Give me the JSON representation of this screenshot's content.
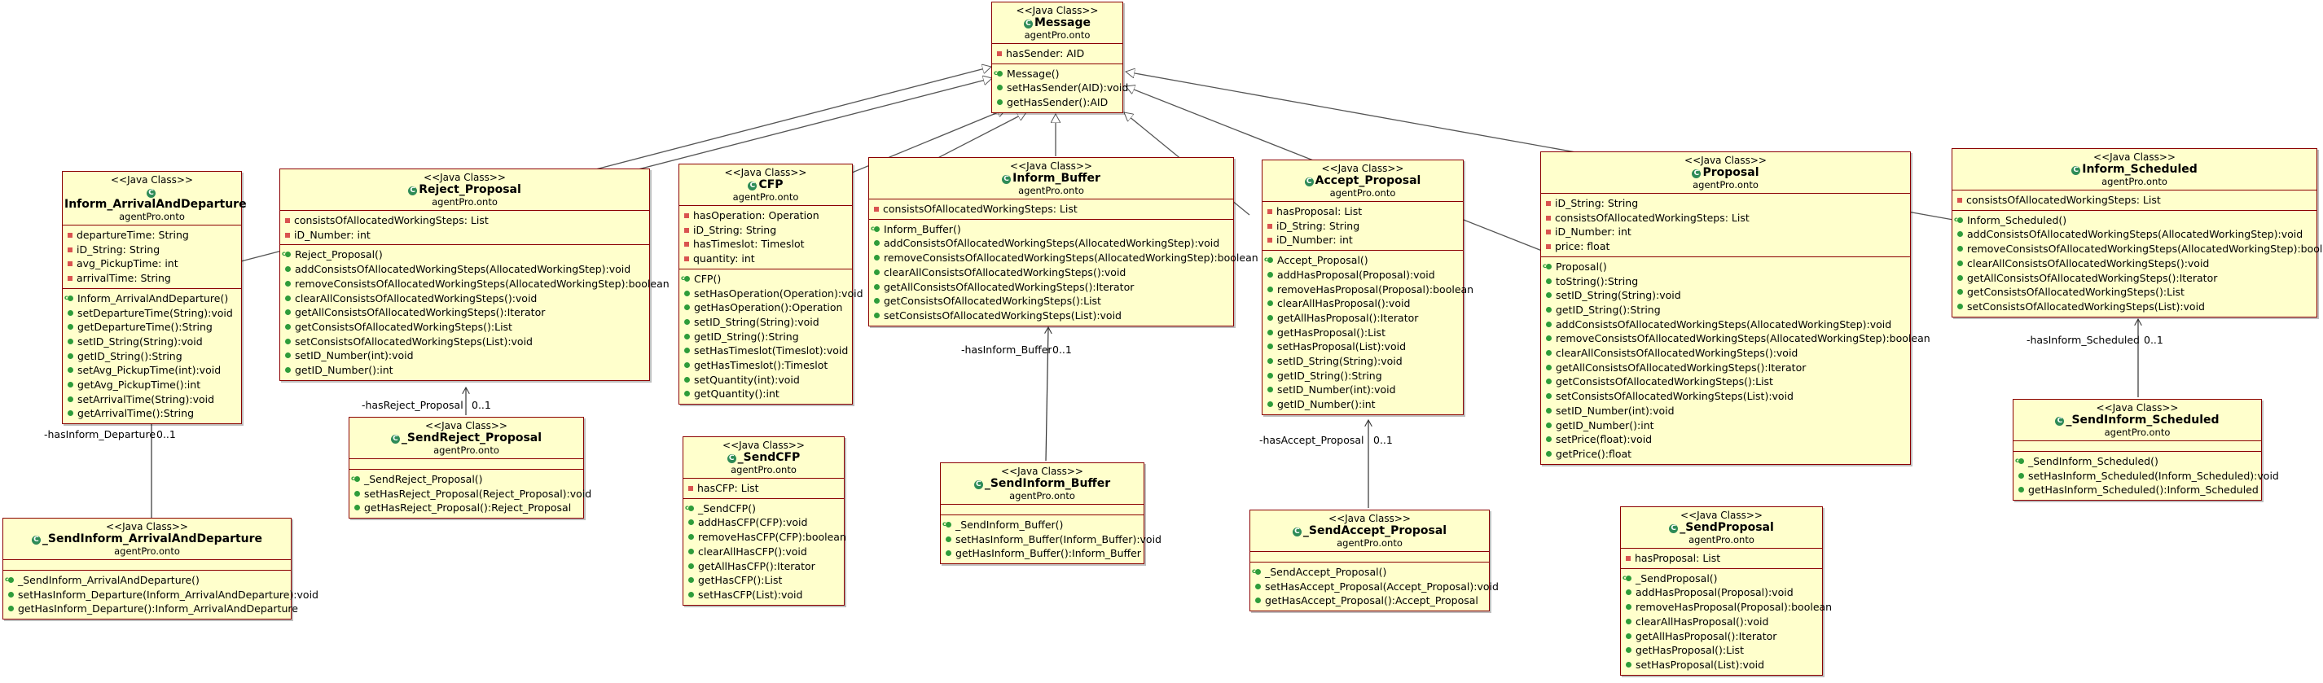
{
  "stereotype": "<<Java Class>>",
  "package": "agentPro.onto",
  "classes": [
    {
      "id": "message",
      "name": "Message",
      "fields": [
        "hasSender: AID"
      ],
      "methods": [
        "Message()",
        "setHasSender(AID):void",
        "getHasSender():AID"
      ]
    },
    {
      "id": "inform-arrival",
      "name": "Inform_ArrivalAndDeparture",
      "fields": [
        "departureTime: String",
        "iD_String: String",
        "avg_PickupTime: int",
        "arrivalTime: String"
      ],
      "methods": [
        "Inform_ArrivalAndDeparture()",
        "setDepartureTime(String):void",
        "getDepartureTime():String",
        "setID_String(String):void",
        "getID_String():String",
        "setAvg_PickupTime(int):void",
        "getAvg_PickupTime():int",
        "setArrivalTime(String):void",
        "getArrivalTime():String"
      ]
    },
    {
      "id": "reject-proposal",
      "name": "Reject_Proposal",
      "fields": [
        "consistsOfAllocatedWorkingSteps: List",
        "iD_Number: int"
      ],
      "methods": [
        "Reject_Proposal()",
        "addConsistsOfAllocatedWorkingSteps(AllocatedWorkingStep):void",
        "removeConsistsOfAllocatedWorkingSteps(AllocatedWorkingStep):boolean",
        "clearAllConsistsOfAllocatedWorkingSteps():void",
        "getAllConsistsOfAllocatedWorkingSteps():Iterator",
        "getConsistsOfAllocatedWorkingSteps():List",
        "setConsistsOfAllocatedWorkingSteps(List):void",
        "setID_Number(int):void",
        "getID_Number():int"
      ]
    },
    {
      "id": "cfp",
      "name": "CFP",
      "fields": [
        "hasOperation: Operation",
        "iD_String: String",
        "hasTimeslot: Timeslot",
        "quantity: int"
      ],
      "methods": [
        "CFP()",
        "setHasOperation(Operation):void",
        "getHasOperation():Operation",
        "setID_String(String):void",
        "getID_String():String",
        "setHasTimeslot(Timeslot):void",
        "getHasTimeslot():Timeslot",
        "setQuantity(int):void",
        "getQuantity():int"
      ]
    },
    {
      "id": "inform-buffer",
      "name": "Inform_Buffer",
      "fields": [
        "consistsOfAllocatedWorkingSteps: List"
      ],
      "methods": [
        "Inform_Buffer()",
        "addConsistsOfAllocatedWorkingSteps(AllocatedWorkingStep):void",
        "removeConsistsOfAllocatedWorkingSteps(AllocatedWorkingStep):boolean",
        "clearAllConsistsOfAllocatedWorkingSteps():void",
        "getAllConsistsOfAllocatedWorkingSteps():Iterator",
        "getConsistsOfAllocatedWorkingSteps():List",
        "setConsistsOfAllocatedWorkingSteps(List):void"
      ]
    },
    {
      "id": "accept-proposal",
      "name": "Accept_Proposal",
      "fields": [
        "hasProposal: List",
        "iD_String: String",
        "iD_Number: int"
      ],
      "methods": [
        "Accept_Proposal()",
        "addHasProposal(Proposal):void",
        "removeHasProposal(Proposal):boolean",
        "clearAllHasProposal():void",
        "getAllHasProposal():Iterator",
        "getHasProposal():List",
        "setHasProposal(List):void",
        "setID_String(String):void",
        "getID_String():String",
        "setID_Number(int):void",
        "getID_Number():int"
      ]
    },
    {
      "id": "proposal",
      "name": "Proposal",
      "fields": [
        "iD_String: String",
        "consistsOfAllocatedWorkingSteps: List",
        "iD_Number: int",
        "price: float"
      ],
      "methods": [
        "Proposal()",
        "toString():String",
        "setID_String(String):void",
        "getID_String():String",
        "addConsistsOfAllocatedWorkingSteps(AllocatedWorkingStep):void",
        "removeConsistsOfAllocatedWorkingSteps(AllocatedWorkingStep):boolean",
        "clearAllConsistsOfAllocatedWorkingSteps():void",
        "getAllConsistsOfAllocatedWorkingSteps():Iterator",
        "getConsistsOfAllocatedWorkingSteps():List",
        "setConsistsOfAllocatedWorkingSteps(List):void",
        "setID_Number(int):void",
        "getID_Number():int",
        "setPrice(float):void",
        "getPrice():float"
      ]
    },
    {
      "id": "inform-scheduled",
      "name": "Inform_Scheduled",
      "fields": [
        "consistsOfAllocatedWorkingSteps: List"
      ],
      "methods": [
        "Inform_Scheduled()",
        "addConsistsOfAllocatedWorkingSteps(AllocatedWorkingStep):void",
        "removeConsistsOfAllocatedWorkingSteps(AllocatedWorkingStep):boolean",
        "clearAllConsistsOfAllocatedWorkingSteps():void",
        "getAllConsistsOfAllocatedWorkingSteps():Iterator",
        "getConsistsOfAllocatedWorkingSteps():List",
        "setConsistsOfAllocatedWorkingSteps(List):void"
      ]
    },
    {
      "id": "send-inform-arrival",
      "name": "_SendInform_ArrivalAndDeparture",
      "fields": [],
      "methods": [
        "_SendInform_ArrivalAndDeparture()",
        "setHasInform_Departure(Inform_ArrivalAndDeparture):void",
        "getHasInform_Departure():Inform_ArrivalAndDeparture"
      ]
    },
    {
      "id": "send-reject-proposal",
      "name": "_SendReject_Proposal",
      "fields": [],
      "methods": [
        "_SendReject_Proposal()",
        "setHasReject_Proposal(Reject_Proposal):void",
        "getHasReject_Proposal():Reject_Proposal"
      ]
    },
    {
      "id": "send-cfp",
      "name": "_SendCFP",
      "fields": [
        "hasCFP: List"
      ],
      "methods": [
        "_SendCFP()",
        "addHasCFP(CFP):void",
        "removeHasCFP(CFP):boolean",
        "clearAllHasCFP():void",
        "getAllHasCFP():Iterator",
        "getHasCFP():List",
        "setHasCFP(List):void"
      ]
    },
    {
      "id": "send-inform-buffer",
      "name": "_SendInform_Buffer",
      "fields": [],
      "methods": [
        "_SendInform_Buffer()",
        "setHasInform_Buffer(Inform_Buffer):void",
        "getHasInform_Buffer():Inform_Buffer"
      ]
    },
    {
      "id": "send-accept-proposal",
      "name": "_SendAccept_Proposal",
      "fields": [],
      "methods": [
        "_SendAccept_Proposal()",
        "setHasAccept_Proposal(Accept_Proposal):void",
        "getHasAccept_Proposal():Accept_Proposal"
      ]
    },
    {
      "id": "send-proposal",
      "name": "_SendProposal",
      "fields": [
        "hasProposal: List"
      ],
      "methods": [
        "_SendProposal()",
        "addHasProposal(Proposal):void",
        "removeHasProposal(Proposal):boolean",
        "clearAllHasProposal():void",
        "getAllHasProposal():Iterator",
        "getHasProposal():List",
        "setHasProposal(List):void"
      ]
    },
    {
      "id": "send-inform-scheduled",
      "name": "_SendInform_Scheduled",
      "fields": [],
      "methods": [
        "_SendInform_Scheduled()",
        "setHasInform_Scheduled(Inform_Scheduled):void",
        "getHasInform_Scheduled():Inform_Scheduled"
      ]
    }
  ],
  "associations": [
    {
      "id": "has-inform-departure",
      "role": "-hasInform_Departure",
      "multiplicity": "0..1"
    },
    {
      "id": "has-reject-proposal",
      "role": "-hasReject_Proposal",
      "multiplicity": "0..1"
    },
    {
      "id": "has-inform-buffer",
      "role": "-hasInform_Buffer",
      "multiplicity": "0..1"
    },
    {
      "id": "has-accept-proposal",
      "role": "-hasAccept_Proposal",
      "multiplicity": "0..1"
    },
    {
      "id": "has-inform-scheduled",
      "role": "-hasInform_Scheduled",
      "multiplicity": "0..1"
    }
  ],
  "colors": {
    "class_fill": "#ffffcc",
    "class_border": "#8b0000",
    "edge": "#555555"
  }
}
